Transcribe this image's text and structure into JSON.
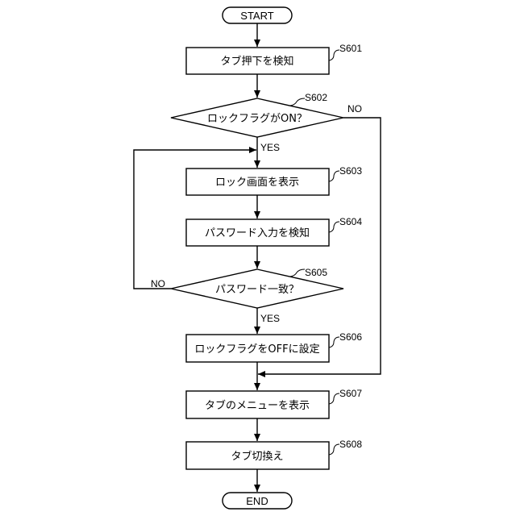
{
  "diagram": {
    "start_label": "START",
    "end_label": "END",
    "steps": {
      "s601": {
        "id": "S601",
        "text": "タブ押下を検知"
      },
      "s602": {
        "id": "S602",
        "text": "ロックフラグがON？"
      },
      "s603": {
        "id": "S603",
        "text": "ロック画面を表示"
      },
      "s604": {
        "id": "S604",
        "text": "パスワード入力を検知"
      },
      "s605": {
        "id": "S605",
        "text": "パスワード一致？"
      },
      "s606": {
        "id": "S606",
        "text": "ロックフラグをOFFに設定"
      },
      "s607": {
        "id": "S607",
        "text": "タブのメニューを表示"
      },
      "s608": {
        "id": "S608",
        "text": "タブ切換え"
      }
    },
    "branch_labels": {
      "s602_yes": "YES",
      "s602_no": "NO",
      "s605_yes": "YES",
      "s605_no": "NO"
    }
  }
}
